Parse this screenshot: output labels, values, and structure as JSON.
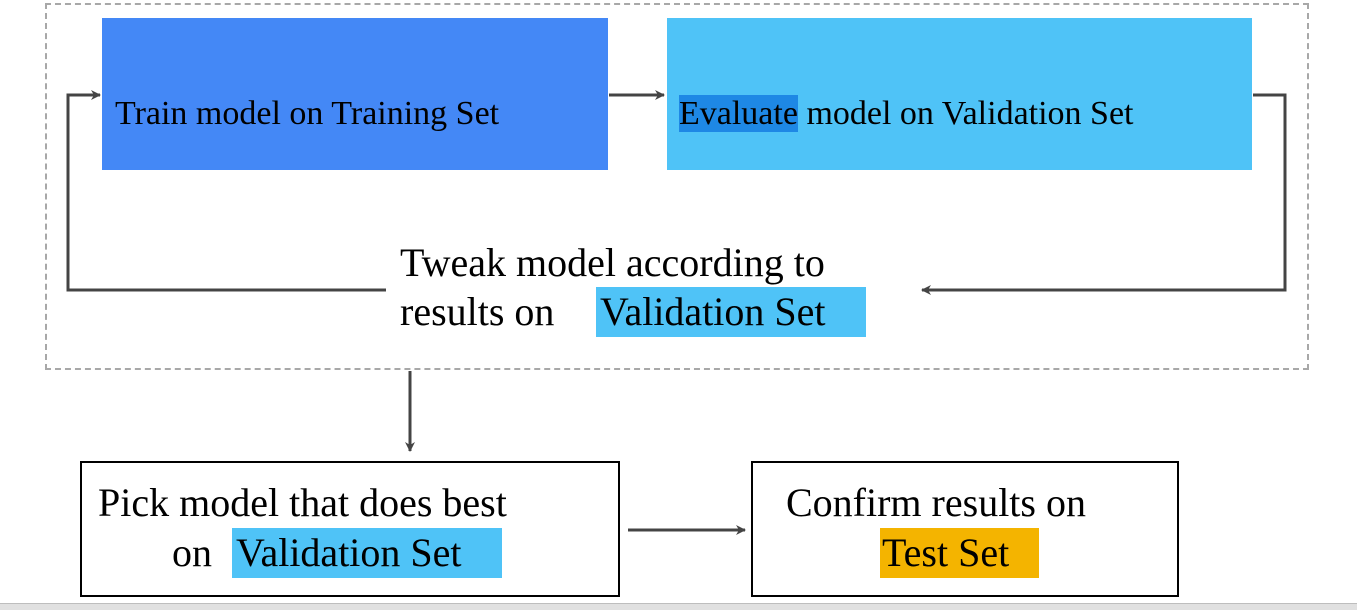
{
  "train_box": {
    "label": "Train model on Training Set"
  },
  "eval_box": {
    "label_highlight": "Evaluate",
    "label_rest": " model on Validation Set"
  },
  "tweak": {
    "line1": "Tweak model according to",
    "line2_prefix": "results on ",
    "line2_highlight": "Validation Set"
  },
  "pick_box": {
    "line1": "Pick model that does best",
    "line2_prefix": "on ",
    "line2_highlight": "Validation Set"
  },
  "confirm_box": {
    "line1": "Confirm results on",
    "line2_highlight": "Test Set"
  },
  "colors": {
    "train": "#4488f6",
    "validation": "#4fc3f7",
    "evaluate_highlight": "#1e88e5",
    "test": "#f4b400",
    "arrow": "#444444",
    "dashed_border": "#a8a8a8"
  }
}
